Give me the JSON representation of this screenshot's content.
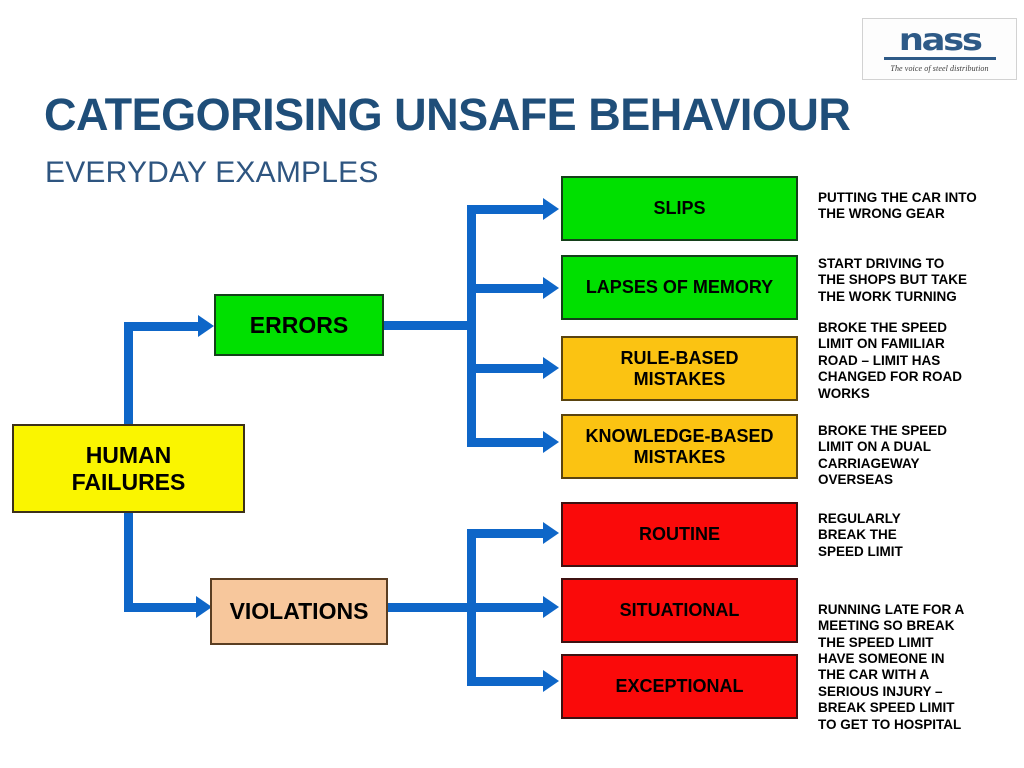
{
  "logo": {
    "wordmark": "nass",
    "tagline": "The voice of steel distribution"
  },
  "header": {
    "title": "CATEGORISING UNSAFE BEHAVIOUR",
    "subtitle": "EVERYDAY EXAMPLES"
  },
  "colors": {
    "title_blue": "#1F4E79",
    "connector_blue": "#0E66C8",
    "errors_green": "#00E000",
    "mistakes_amber": "#FBC312",
    "violations_red": "#FA0A0A",
    "root_yellow": "#FAF500",
    "violations_peach": "#F7C79C"
  },
  "diagram": {
    "root": {
      "label": "HUMAN\nFAILURES",
      "color": "#FAF500"
    },
    "branches": [
      {
        "label": "ERRORS",
        "color": "#00E000"
      },
      {
        "label": "VIOLATIONS",
        "color": "#F7C79C"
      }
    ],
    "leaves": [
      {
        "label": "SLIPS",
        "color": "#00E000",
        "parent": "ERRORS"
      },
      {
        "label": "LAPSES OF MEMORY",
        "color": "#00E000",
        "parent": "ERRORS"
      },
      {
        "label": "RULE-BASED\nMISTAKES",
        "color": "#FBC312",
        "parent": "ERRORS"
      },
      {
        "label": "KNOWLEDGE-BASED\nMISTAKES",
        "color": "#FBC312",
        "parent": "ERRORS"
      },
      {
        "label": "ROUTINE",
        "color": "#FA0A0A",
        "parent": "VIOLATIONS"
      },
      {
        "label": "SITUATIONAL",
        "color": "#FA0A0A",
        "parent": "VIOLATIONS"
      },
      {
        "label": "EXCEPTIONAL",
        "color": "#FA0A0A",
        "parent": "VIOLATIONS"
      }
    ],
    "examples": [
      "PUTTING THE CAR INTO\nTHE WRONG GEAR",
      "START DRIVING TO\nTHE SHOPS BUT TAKE\nTHE WORK TURNING",
      "BROKE THE SPEED\nLIMIT ON FAMILIAR\nROAD – LIMIT HAS\nCHANGED FOR ROAD\nWORKS",
      "BROKE THE SPEED\nLIMIT ON A DUAL\nCARRIAGEWAY\nOVERSEAS",
      "REGULARLY\nBREAK THE\nSPEED LIMIT",
      "RUNNING LATE FOR A\nMEETING SO BREAK\nTHE SPEED LIMIT",
      "HAVE SOMEONE IN\nTHE CAR WITH A\nSERIOUS INJURY –\nBREAK SPEED LIMIT\nTO GET TO  HOSPITAL"
    ]
  }
}
